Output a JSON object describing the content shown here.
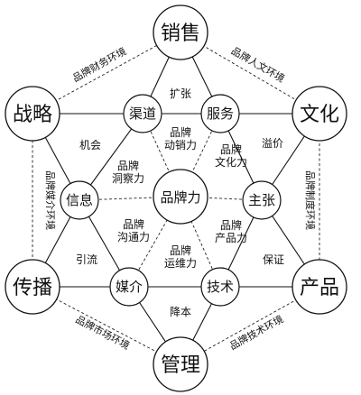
{
  "outer_nodes": {
    "sales": "销售",
    "culture": "文化",
    "product": "产品",
    "management": "管理",
    "communication": "传播",
    "strategy": "战略"
  },
  "inner_nodes": {
    "channel": "渠道",
    "service": "服务",
    "proposition": "主张",
    "technology": "技术",
    "media": "媒介",
    "information": "信息"
  },
  "center": "品牌力",
  "environments": {
    "top_left": "品牌财务环境",
    "top_right": "品牌人文环境",
    "right": "品牌制度环境",
    "bottom_right": "品牌技术环境",
    "bottom_left": "品牌市场环境",
    "left": "品牌媒介环境"
  },
  "edge_labels": {
    "expand": "扩张",
    "premium": "溢价",
    "guarantee": "保证",
    "cost_reduce": "降本",
    "guide": "引流",
    "opportunity": "机会"
  },
  "forces": {
    "motive": [
      "品牌",
      "动销力"
    ],
    "culture": [
      "品牌",
      "文化力"
    ],
    "product": [
      "品牌",
      "产品力"
    ],
    "maintain": [
      "品牌",
      "运维力"
    ],
    "communicate": [
      "品牌",
      "沟通力"
    ],
    "insight": [
      "品牌",
      "洞察力"
    ]
  }
}
